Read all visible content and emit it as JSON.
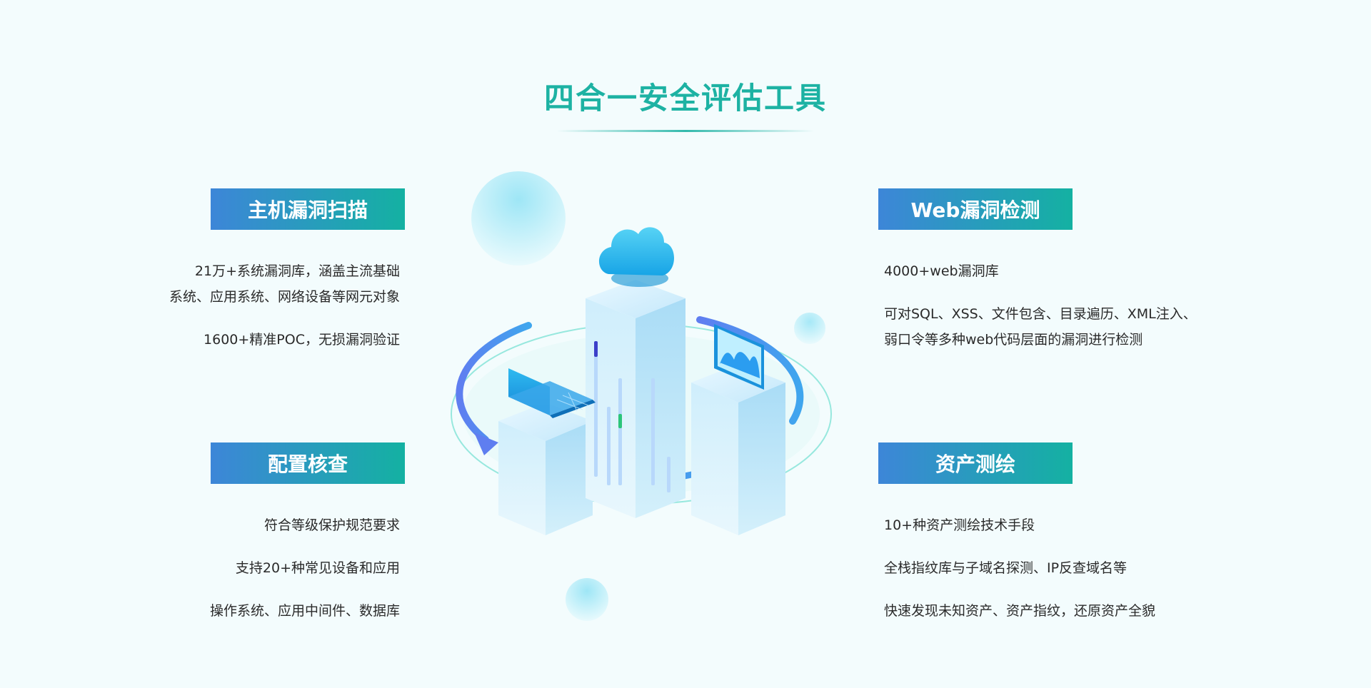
{
  "title": "四合一安全评估工具",
  "colors": {
    "accent": "#1db2a3",
    "badge_start": "#3d86d8",
    "badge_end": "#14b1a2",
    "background": "#f3fcfd"
  },
  "sections": [
    {
      "id": "host",
      "title": "主机漏洞扫描",
      "lines": [
        "21万+系统漏洞库，涵盖主流基础",
        "系统、应用系统、网络设备等网元对象",
        "1600+精准POC，无损漏洞验证"
      ]
    },
    {
      "id": "web",
      "title": "Web漏洞检测",
      "lines": [
        "4000+web漏洞库",
        "可对SQL、XSS、文件包含、目录遍历、XML注入、",
        "弱口令等多种web代码层面的漏洞进行检测"
      ]
    },
    {
      "id": "config",
      "title": "配置核查",
      "lines": [
        "符合等级保护规范要求",
        "支持20+种常见设备和应用",
        "操作系统、应用中间件、数据库"
      ]
    },
    {
      "id": "asset",
      "title": "资产测绘",
      "lines": [
        "10+种资产测绘技术手段",
        "全栈指纹库与子域名探测、IP反查域名等",
        "快速发现未知资产、资产指纹，还原资产全貌"
      ]
    }
  ],
  "illustration": {
    "icons": [
      "cloud-icon",
      "laptop-icon",
      "chart-monitor-icon",
      "server-buildings-icon"
    ]
  }
}
